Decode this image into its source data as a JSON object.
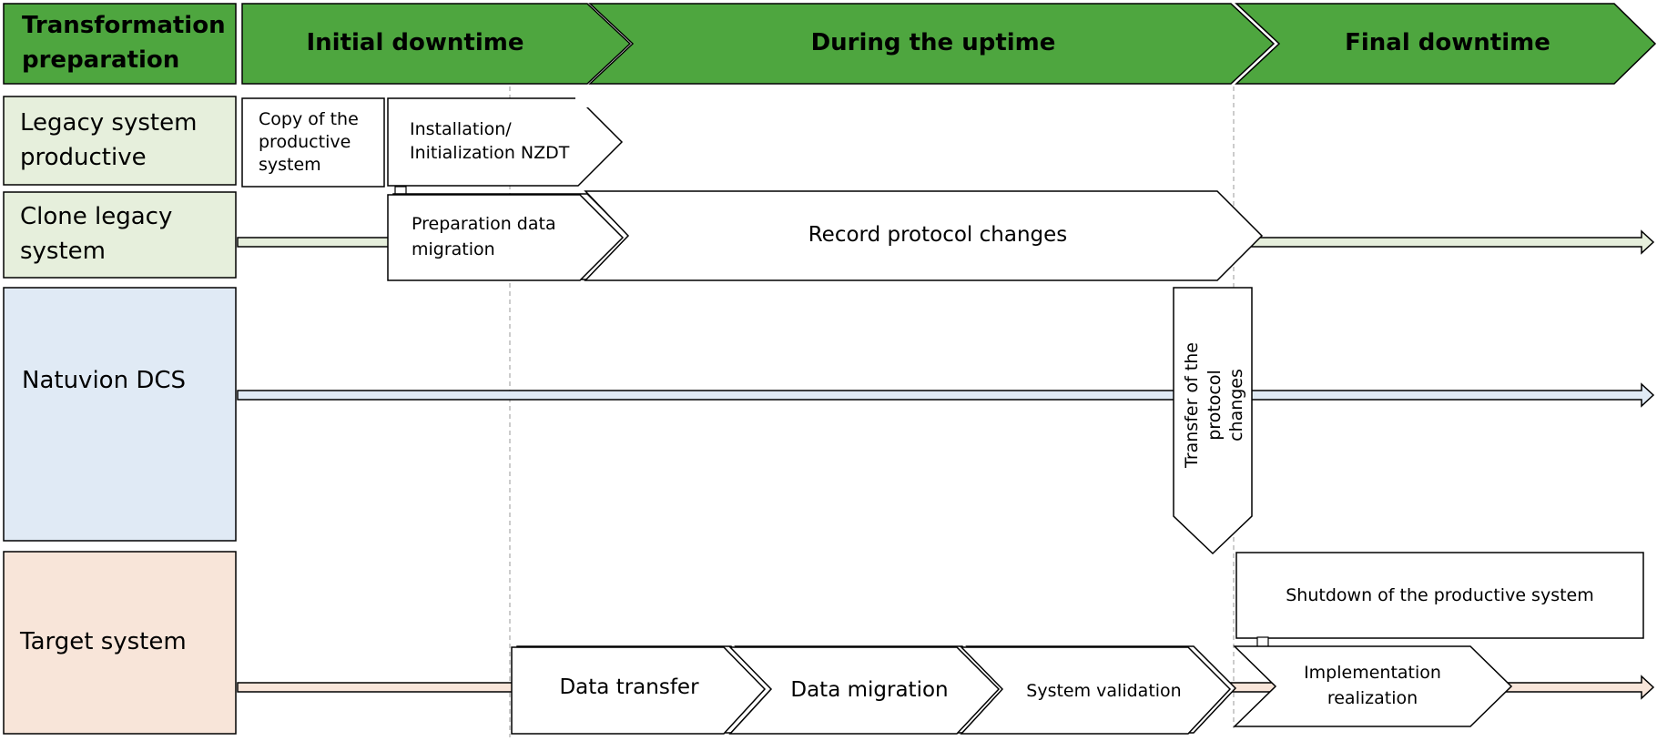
{
  "phases": {
    "preparation": "Transformation preparation",
    "initial_downtime": "Initial downtime",
    "uptime": "During the uptime",
    "final_downtime": "Final downtime"
  },
  "lanes": {
    "legacy": "Legacy system productive",
    "clone": "Clone legacy system",
    "dcs": "Natuvion DCS",
    "target": "Target system"
  },
  "tasks": {
    "copy": "Copy of the productive system",
    "install": "Installation/ Initialization NZDT",
    "prep_migration": "Preparation data migration",
    "record": "Record protocol changes",
    "transfer_protocol": "Transfer of the protocol changes",
    "shutdown": "Shutdown of the productive system",
    "data_transfer": "Data transfer",
    "data_migration": "Data migration",
    "validation": "System validation",
    "implementation": "Implementation realization"
  },
  "colors": {
    "phase_green": "#4ea63f",
    "legacy_fill": "#e6efdc",
    "clone_fill": "#e6efdc",
    "dcs_fill": "#e0eaf5",
    "target_fill": "#f8e5d9",
    "stroke": "#000000",
    "guide": "#9a9a9a"
  }
}
